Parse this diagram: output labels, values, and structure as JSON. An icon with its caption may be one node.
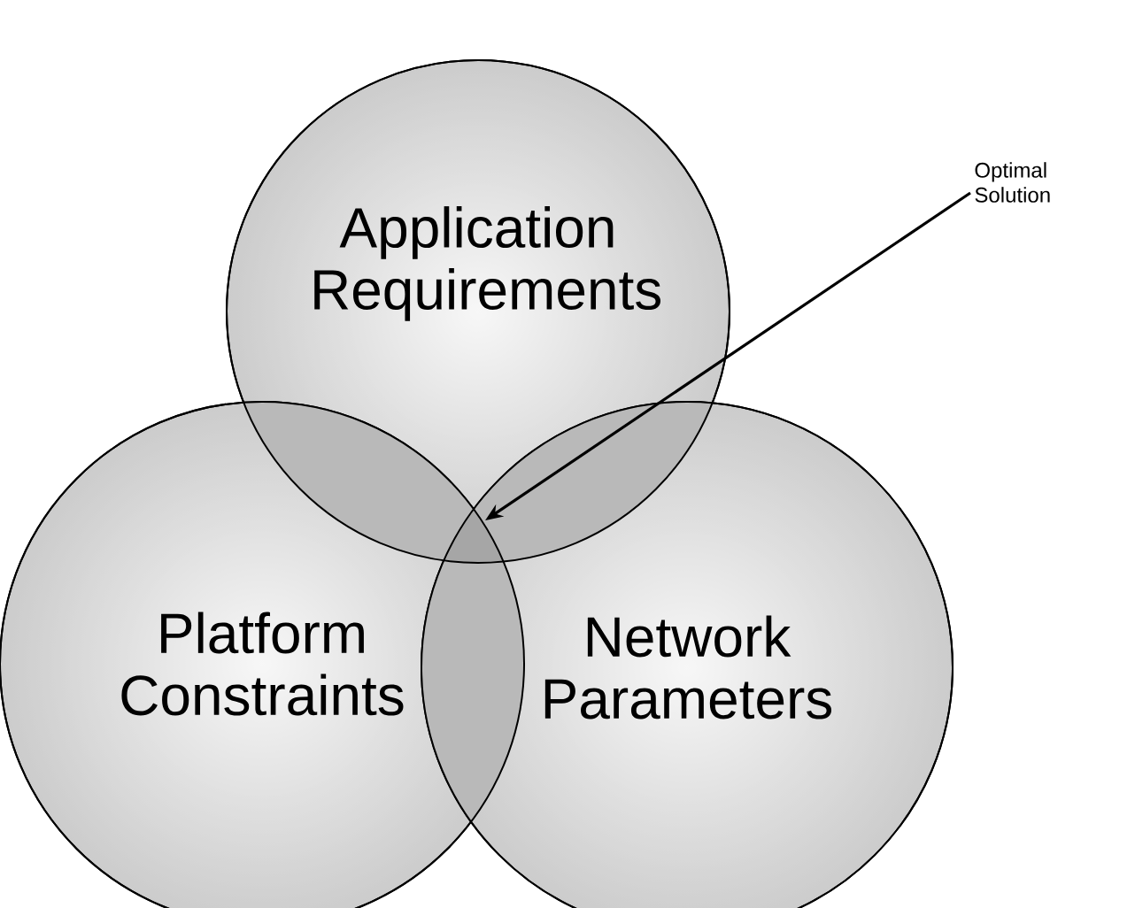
{
  "diagram": {
    "nodes": [
      {
        "text": [
          "Application Requirements"
        ]
      },
      {
        "text": [
          "Platform Constraints"
        ]
      },
      {
        "text": [
          "Network Parameters"
        ]
      },
      {
        "text": [
          "Optimal Solution"
        ]
      },
      {
        "text": [],
        "shape": "circle"
      }
    ],
    "edges": [
      {
        "from": 3,
        "to": 4,
        "arrow": "to"
      }
    ]
  }
}
